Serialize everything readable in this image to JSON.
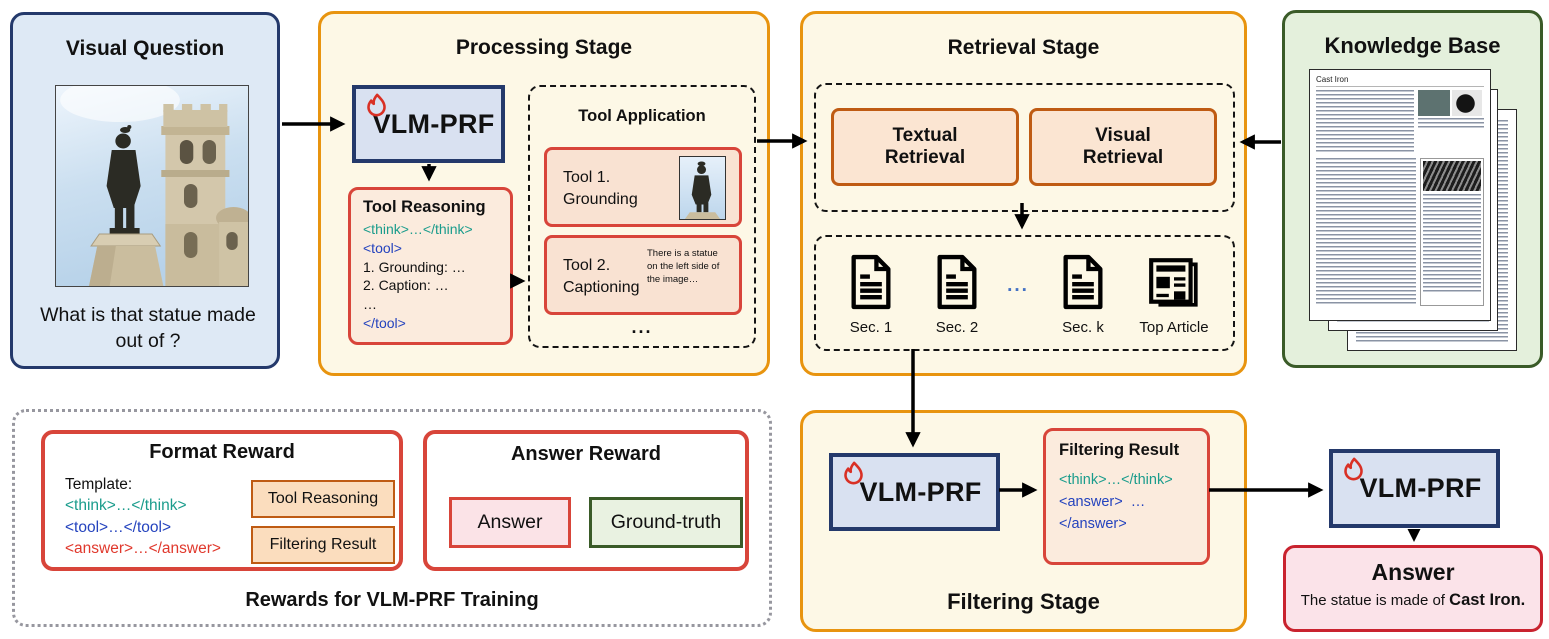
{
  "colors": {
    "stage_border": "#E8940F",
    "stage_bg": "#FDF8E6",
    "navy_border": "#24396B",
    "vlm_fill": "#D9E1F1",
    "visual_question_fill": "#DEE9F5",
    "red_border": "#D8453A",
    "peach_fill": "#FBEBDD",
    "tool_card_fill": "#F9E2D2",
    "retrieval_box_border": "#BF5B13",
    "retrieval_box_fill": "#FBE5D2",
    "chip_orange_fill": "#FBDDBE",
    "knowledge_base_fill": "#E4F0DC",
    "knowledge_base_border": "#3A5B28",
    "ground_truth_fill": "#E9F2E1",
    "answer_fill": "#FBE3E9",
    "teal_text": "#1A9C8C",
    "blue_text": "#2443BE",
    "red_text": "#E0382C",
    "flame_icon": "#D93025",
    "arrow": "#000000"
  },
  "visual_question": {
    "title": "Visual Question",
    "question": "What is that statue made out of ?"
  },
  "processing": {
    "title": "Processing Stage",
    "vlm_label": "VLM-PRF",
    "tool_reasoning": {
      "title": "Tool Reasoning",
      "line1": "<think>…</think>",
      "line2": "<tool>",
      "line3": "1. Grounding: …",
      "line4": "2. Caption: …",
      "line5": "…",
      "line6": "</tool>"
    },
    "tool_application": {
      "title": "Tool Application",
      "tool1_label": "Tool 1. Grounding",
      "tool2_label": "Tool 2. Captioning",
      "tool2_caption": "There is a statue on the left side of the image…",
      "more": "..."
    }
  },
  "retrieval": {
    "title": "Retrieval Stage",
    "textual_label": "Textual Retrieval",
    "visual_label": "Visual Retrieval",
    "doc1_label": "Sec. 1",
    "doc2_label": "Sec. 2",
    "docs_ellipsis": "...",
    "dock_label": "Sec. k",
    "top_article_label": "Top Article"
  },
  "knowledge_base": {
    "title": "Knowledge Base",
    "article_title": "Cast Iron"
  },
  "filtering": {
    "title": "Filtering Stage",
    "vlm_label": "VLM-PRF",
    "result": {
      "title": "Filtering Result",
      "line1": "<think>…</think>",
      "line2": "<answer>  …",
      "line3": "</answer>"
    }
  },
  "final": {
    "vlm_label": "VLM-PRF",
    "answer_title": "Answer",
    "answer_prefix": "The statue is made of ",
    "answer_bold": "Cast Iron."
  },
  "rewards": {
    "caption": "Rewards for VLM-PRF Training",
    "format_reward": {
      "title": "Format Reward",
      "template_label": "Template:",
      "t_line1": "<think>…</think>",
      "t_line2": "<tool>…</tool>",
      "t_line3": "<answer>…</answer>",
      "chip1": "Tool Reasoning",
      "chip2": "Filtering Result"
    },
    "answer_reward": {
      "title": "Answer Reward",
      "chip1": "Answer",
      "chip2": "Ground-truth"
    }
  }
}
